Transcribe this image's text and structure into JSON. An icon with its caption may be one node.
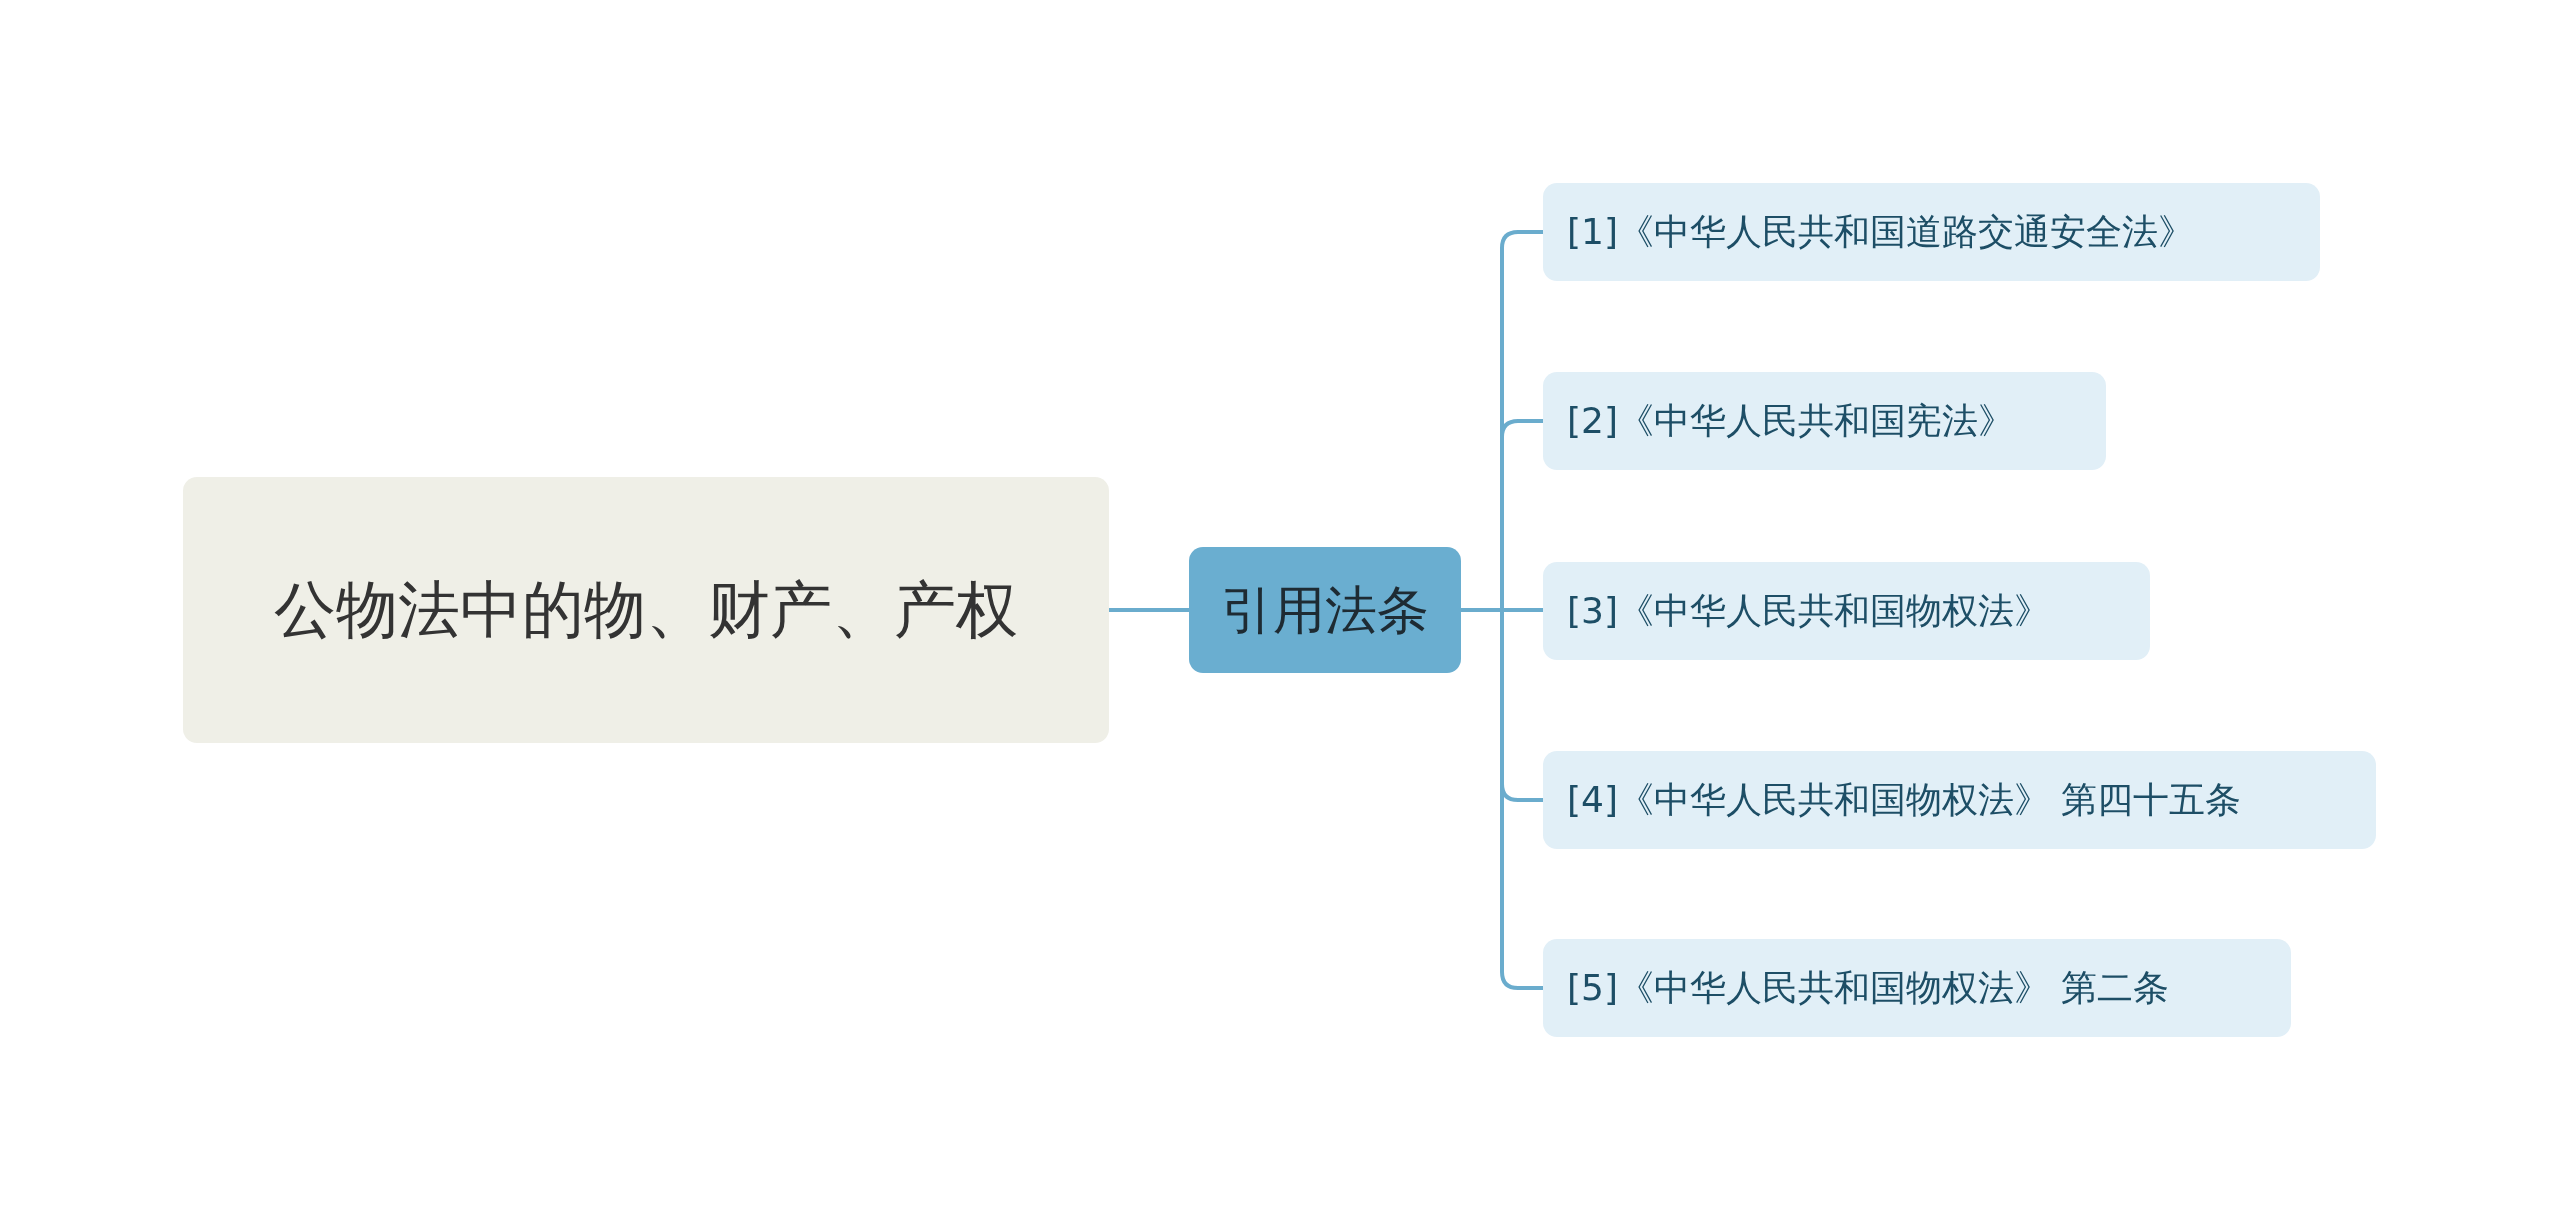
{
  "diagram": {
    "nodes": [
      {
        "text": [
          "公物法中的物、财产、产权"
        ]
      },
      {
        "text": [
          "引用法条"
        ]
      },
      {
        "text": [
          "[1]《中华人民共和国道路交通安全法》"
        ]
      },
      {
        "text": [
          "[2]《中华人民共和国宪法》"
        ]
      },
      {
        "text": [
          "[3]《中华人民共和国物权法》"
        ]
      },
      {
        "text": [
          "[4]《中华人民共和国物权法》 第四十五条"
        ]
      },
      {
        "text": [
          "[5]《中华人民共和国物权法》 第二条"
        ]
      }
    ],
    "edges": [
      {
        "from": 0,
        "to": 1,
        "arrow": "none"
      },
      {
        "from": 1,
        "to": 2,
        "arrow": "none"
      },
      {
        "from": 1,
        "to": 3,
        "arrow": "none"
      },
      {
        "from": 1,
        "to": 4,
        "arrow": "none"
      },
      {
        "from": 1,
        "to": 5,
        "arrow": "none"
      },
      {
        "from": 1,
        "to": 6,
        "arrow": "none"
      }
    ]
  }
}
